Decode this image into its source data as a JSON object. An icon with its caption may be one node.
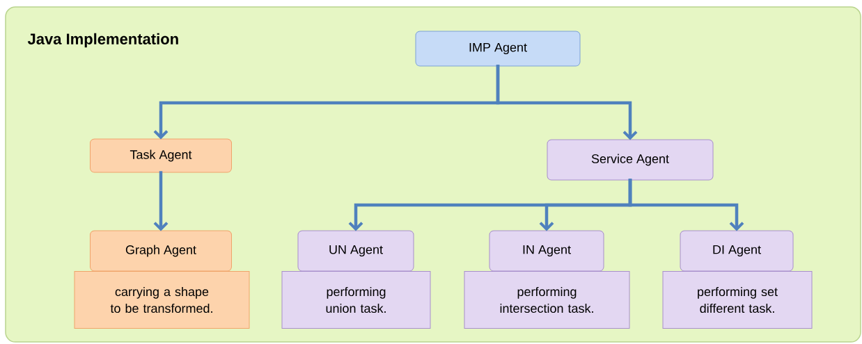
{
  "diagram": {
    "title": "Java Implementation",
    "nodes": [
      {
        "text": [
          "IMP Agent"
        ]
      },
      {
        "text": [
          "Task Agent"
        ]
      },
      {
        "text": [
          "Service Agent"
        ]
      },
      {
        "text": [
          "Graph Agent",
          "carrying a shape to be transformed."
        ]
      },
      {
        "text": [
          "UN Agent",
          "performing union task."
        ]
      },
      {
        "text": [
          "IN Agent",
          "performing intersection task."
        ]
      },
      {
        "text": [
          "DI Agent",
          "performing set different task."
        ]
      }
    ],
    "edges": [
      {
        "from": 0,
        "to": 1,
        "arrow": "to"
      },
      {
        "from": 0,
        "to": 2,
        "arrow": "to"
      },
      {
        "from": 1,
        "to": 3,
        "arrow": "to"
      },
      {
        "from": 2,
        "to": 4,
        "arrow": "to"
      },
      {
        "from": 2,
        "to": 5,
        "arrow": "to"
      },
      {
        "from": 2,
        "to": 6,
        "arrow": "to"
      }
    ]
  }
}
